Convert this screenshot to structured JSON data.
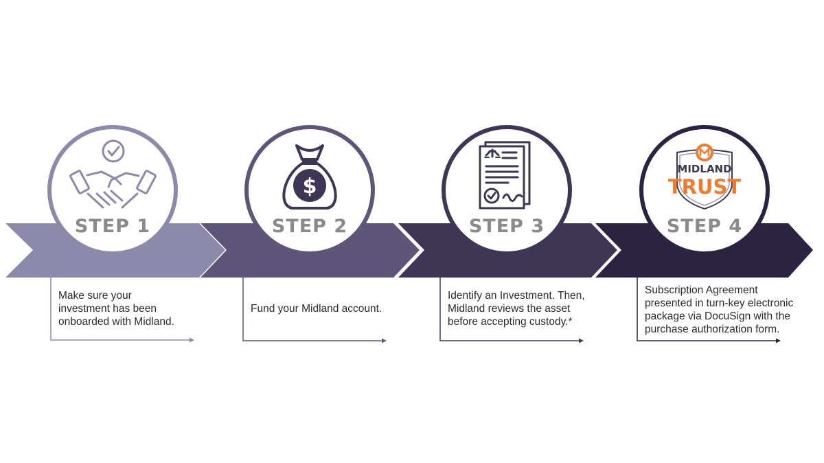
{
  "colors": {
    "step1": "#8c8aaa",
    "step2": "#5e5578",
    "step3": "#3f3656",
    "step4": "#2b2340",
    "title_gray": "#8a8a8a",
    "logo_orange": "#ee7c30"
  },
  "steps": [
    {
      "title": "STEP 1",
      "icon": "handshake-check-icon",
      "description": [
        "Make sure your",
        "investment has been",
        "onboarded with Midland."
      ]
    },
    {
      "title": "STEP 2",
      "icon": "money-bag-icon",
      "description": [
        "Fund your Midland account."
      ]
    },
    {
      "title": "STEP 3",
      "icon": "legal-document-icon",
      "description": [
        "Identify an Investment. Then,",
        "Midland reviews the asset",
        "before accepting custody.*"
      ]
    },
    {
      "title": "STEP 4",
      "icon": "midland-trust-logo",
      "logo": {
        "line1": "MIDLAND",
        "line2": "TRUST"
      },
      "description": [
        "Subscription Agreement",
        "presented in turn-key electronic",
        "package via DocuSign with the",
        "purchase authorization form."
      ]
    }
  ]
}
